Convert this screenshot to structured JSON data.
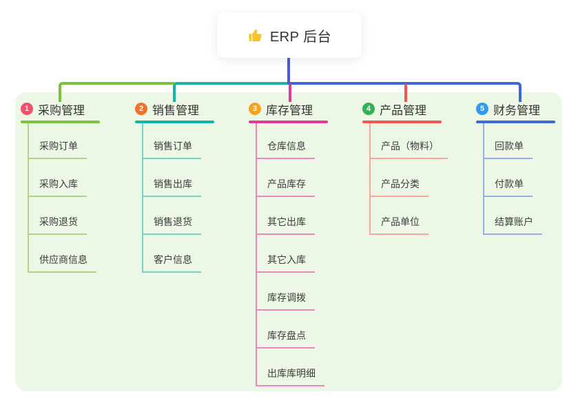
{
  "root": {
    "title": "ERP 后台",
    "icon": "thumbs-up-icon",
    "icon_color": "#f7c32a"
  },
  "panel_bg": "#ecf8e5",
  "root_line_color": "#4a5bd3",
  "branches": [
    {
      "index": "1",
      "title": "采购管理",
      "badge_color": "#f1516a",
      "line_color": "#7cc13e",
      "light_line_color": "#aed884",
      "children": [
        "采购订单",
        "采购入库",
        "采购退货",
        "供应商信息"
      ]
    },
    {
      "index": "2",
      "title": "销售管理",
      "badge_color": "#f2702b",
      "line_color": "#12b5a8",
      "light_line_color": "#79d1c6",
      "children": [
        "销售订单",
        "销售出库",
        "销售退货",
        "客户信息"
      ]
    },
    {
      "index": "3",
      "title": "库存管理",
      "badge_color": "#f7a41c",
      "line_color": "#df3a96",
      "light_line_color": "#ee85c0",
      "children": [
        "仓库信息",
        "产品库存",
        "其它出库",
        "其它入库",
        "库存调拨",
        "库存盘点",
        "出库库明细"
      ]
    },
    {
      "index": "4",
      "title": "产品管理",
      "badge_color": "#2fb356",
      "line_color": "#f75353",
      "light_line_color": "#faa49b",
      "children": [
        "产品（物料）",
        "产品分类",
        "产品单位"
      ]
    },
    {
      "index": "5",
      "title": "财务管理",
      "badge_color": "#2e9bf2",
      "line_color": "#3e68d8",
      "light_line_color": "#97abe6",
      "children": [
        "回款单",
        "付款单",
        "结算账户"
      ]
    }
  ]
}
